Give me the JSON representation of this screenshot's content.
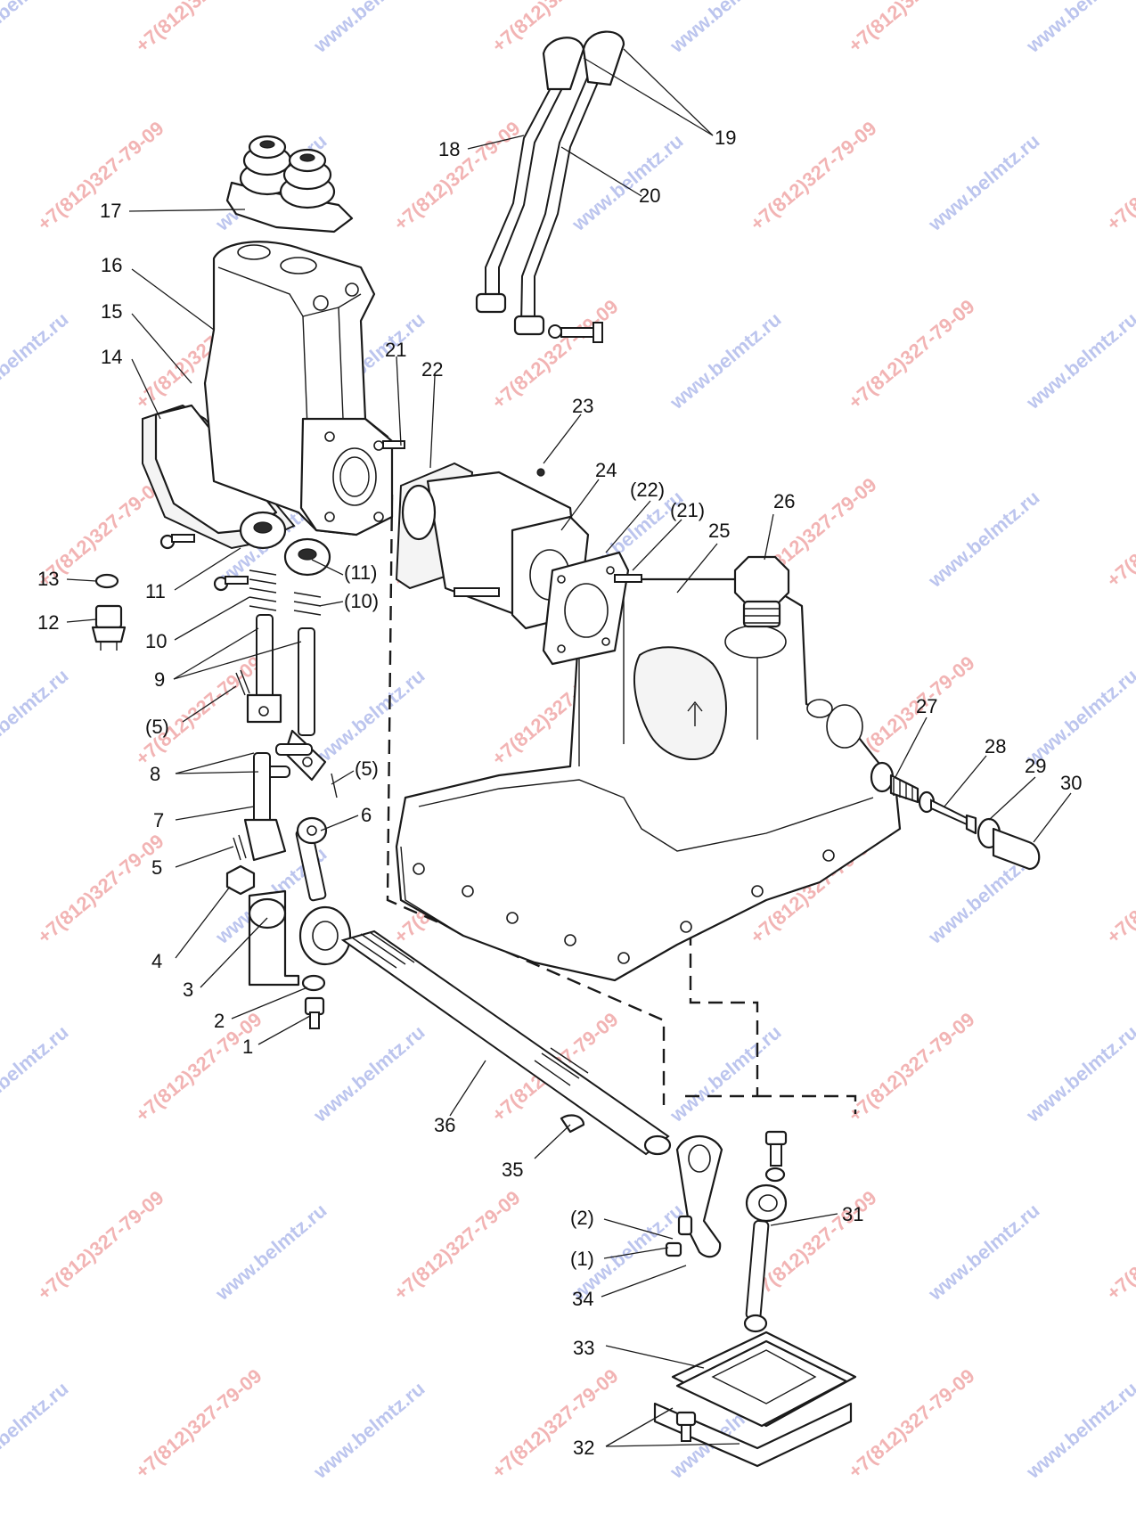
{
  "watermarks": {
    "site": "www.belmtz.ru",
    "phone": "+7(812)327-79-09",
    "site_color": "#5a6fd6",
    "phone_color": "#e35a5a"
  },
  "callouts": [
    {
      "id": "c1",
      "text": "1"
    },
    {
      "id": "c2",
      "text": "2"
    },
    {
      "id": "c3",
      "text": "3"
    },
    {
      "id": "c4",
      "text": "4"
    },
    {
      "id": "c5",
      "text": "5"
    },
    {
      "id": "c5p",
      "text": "(5)"
    },
    {
      "id": "c5p2",
      "text": "(5)"
    },
    {
      "id": "c6",
      "text": "6"
    },
    {
      "id": "c7",
      "text": "7"
    },
    {
      "id": "c8",
      "text": "8"
    },
    {
      "id": "c9",
      "text": "9"
    },
    {
      "id": "c10",
      "text": "10"
    },
    {
      "id": "c10p",
      "text": "(10)"
    },
    {
      "id": "c11",
      "text": "11"
    },
    {
      "id": "c11p",
      "text": "(11)"
    },
    {
      "id": "c12",
      "text": "12"
    },
    {
      "id": "c13",
      "text": "13"
    },
    {
      "id": "c14",
      "text": "14"
    },
    {
      "id": "c15",
      "text": "15"
    },
    {
      "id": "c16",
      "text": "16"
    },
    {
      "id": "c17",
      "text": "17"
    },
    {
      "id": "c18",
      "text": "18"
    },
    {
      "id": "c19",
      "text": "19"
    },
    {
      "id": "c20",
      "text": "20"
    },
    {
      "id": "c21",
      "text": "21"
    },
    {
      "id": "c21p",
      "text": "(21)"
    },
    {
      "id": "c22",
      "text": "22"
    },
    {
      "id": "c22p",
      "text": "(22)"
    },
    {
      "id": "c23",
      "text": "23"
    },
    {
      "id": "c24",
      "text": "24"
    },
    {
      "id": "c25",
      "text": "25"
    },
    {
      "id": "c26",
      "text": "26"
    },
    {
      "id": "c27",
      "text": "27"
    },
    {
      "id": "c28",
      "text": "28"
    },
    {
      "id": "c29",
      "text": "29"
    },
    {
      "id": "c30",
      "text": "30"
    },
    {
      "id": "c31",
      "text": "31"
    },
    {
      "id": "c32",
      "text": "32"
    },
    {
      "id": "c33",
      "text": "33"
    },
    {
      "id": "c34",
      "text": "34"
    },
    {
      "id": "c35",
      "text": "35"
    },
    {
      "id": "c36",
      "text": "36"
    },
    {
      "id": "c1p",
      "text": "(1)"
    },
    {
      "id": "c2p",
      "text": "(2)"
    }
  ]
}
